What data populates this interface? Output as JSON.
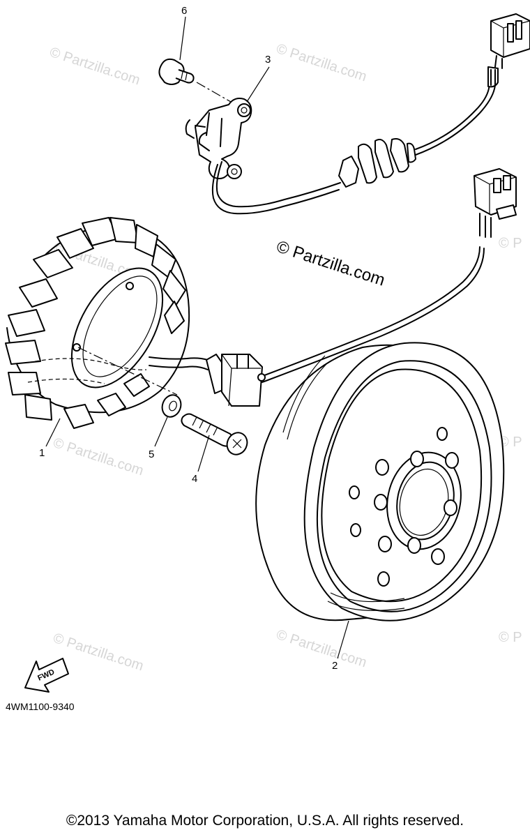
{
  "watermark": {
    "main": "© Partzilla.com",
    "faint": "© Partzilla.com",
    "edge": "© P"
  },
  "callouts": [
    "1",
    "2",
    "3",
    "4",
    "5",
    "6"
  ],
  "fwd_label": "FWD",
  "diagram_code": "4WM1100-9340",
  "copyright": "©2013 Yamaha Motor Corporation, U.S.A. All rights reserved."
}
